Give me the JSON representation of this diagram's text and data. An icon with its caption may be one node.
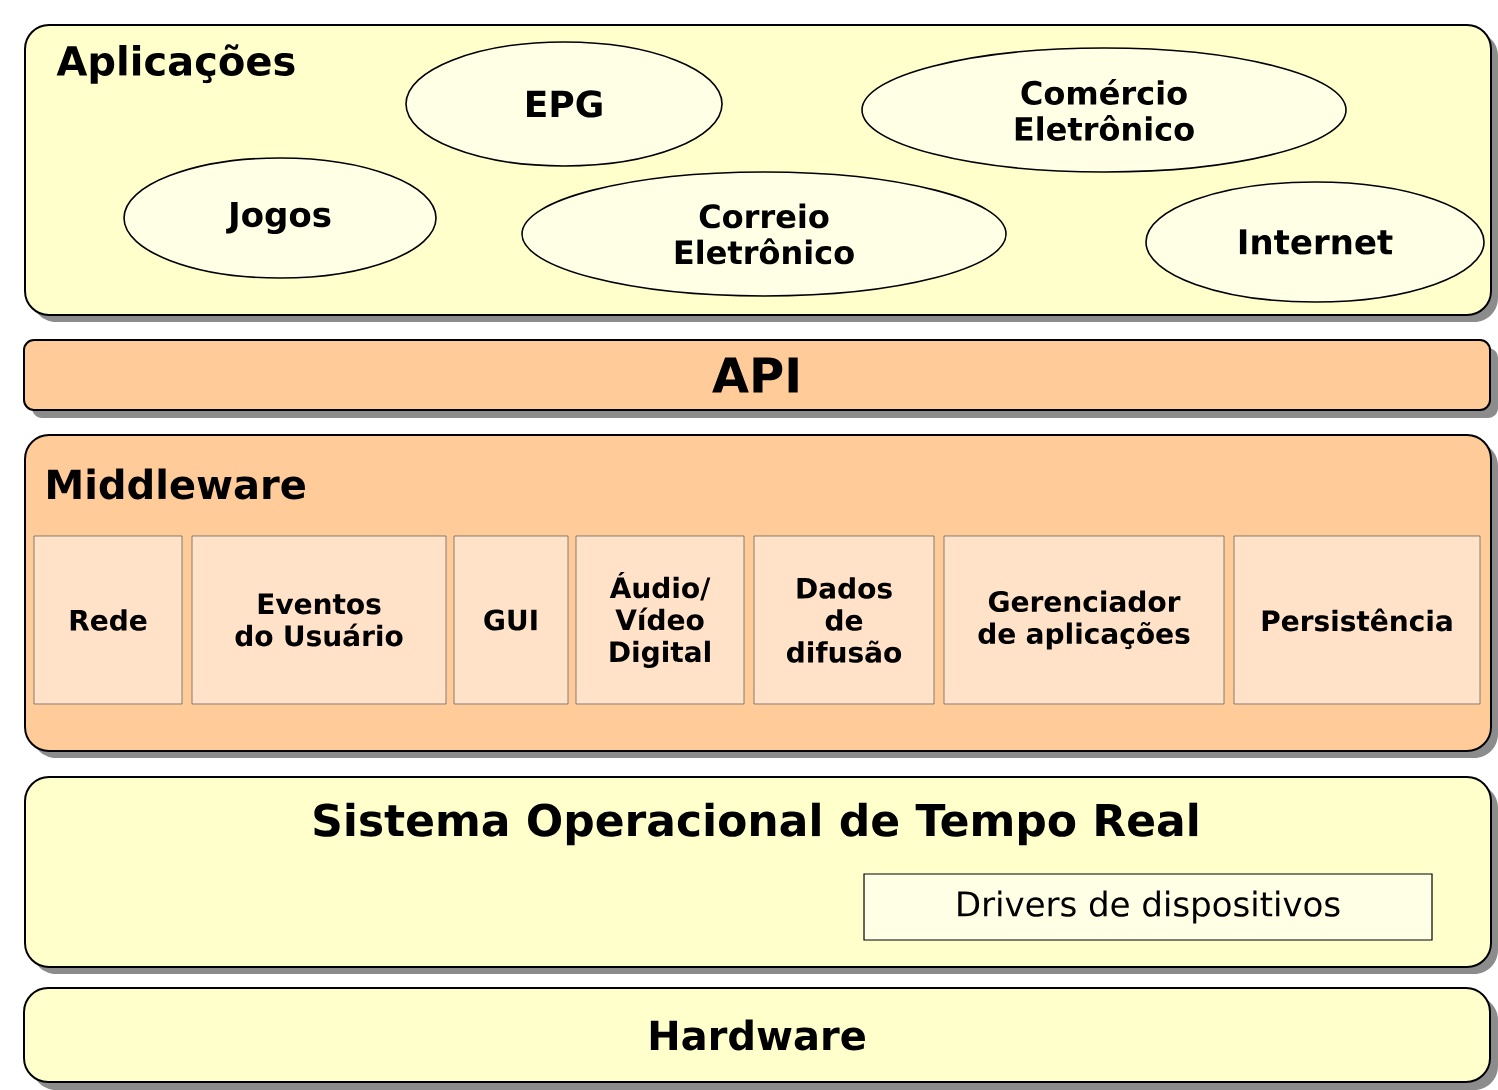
{
  "diagram": {
    "nodes": [
      {
        "text": [
          "Aplicações"
        ]
      },
      {
        "text": [
          "EPG"
        ],
        "in": 0
      },
      {
        "text": [
          "Comércio Eletrônico"
        ],
        "in": 0
      },
      {
        "text": [
          "Jogos"
        ],
        "in": 0
      },
      {
        "text": [
          "Correio Eletrônico"
        ],
        "in": 0
      },
      {
        "text": [
          "Internet"
        ],
        "in": 0
      },
      {
        "text": [
          "API"
        ]
      },
      {
        "text": [
          "Middleware"
        ]
      },
      {
        "text": [
          "Rede"
        ],
        "in": 7
      },
      {
        "text": [
          "Eventos do Usuário"
        ],
        "in": 7
      },
      {
        "text": [
          "GUI"
        ],
        "in": 7
      },
      {
        "text": [
          "Áudio/ Vídeo Digital"
        ],
        "in": 7
      },
      {
        "text": [
          "Dados de difusão"
        ],
        "in": 7
      },
      {
        "text": [
          "Gerenciador de aplicações"
        ],
        "in": 7
      },
      {
        "text": [
          "Persistência"
        ],
        "in": 7
      },
      {
        "text": [
          "Sistema Operacional de Tempo Real"
        ]
      },
      {
        "text": [
          "Drivers de dispositivos"
        ],
        "in": 15
      },
      {
        "text": [
          "Hardware"
        ]
      }
    ]
  }
}
